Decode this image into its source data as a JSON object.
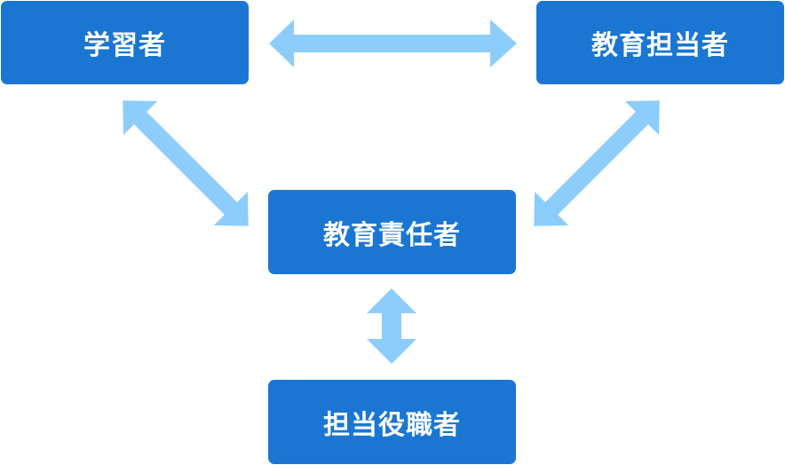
{
  "nodes": {
    "learner": "学習者",
    "education_staff": "教育担当者",
    "education_lead": "教育責任者",
    "managers": "担当役職者"
  },
  "colors": {
    "node_fill": "#1a76d2",
    "node_text": "#ffffff",
    "arrow_fill": "#8ccdfb"
  }
}
